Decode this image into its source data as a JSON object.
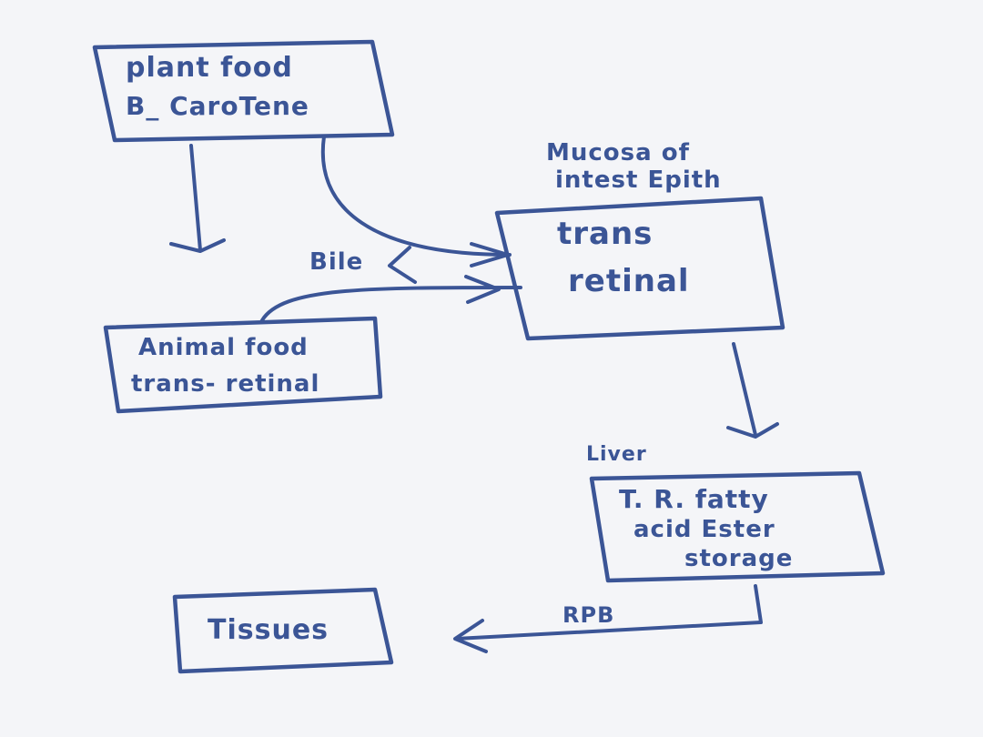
{
  "diagram": {
    "nodes": {
      "plant_food": {
        "lines": [
          "plant food",
          "B_ CaroTene"
        ]
      },
      "mucosa_caption": {
        "lines": [
          "Mucosa of",
          "intest Epith"
        ]
      },
      "trans_retinal": {
        "lines": [
          "trans",
          "retinal"
        ]
      },
      "animal_food": {
        "lines": [
          "Animal food",
          "trans- retinal"
        ]
      },
      "liver_caption": {
        "text": "Liver"
      },
      "tr_storage": {
        "lines": [
          "T. R. fatty",
          "acid Ester",
          "storage"
        ]
      },
      "tissues": {
        "text": "Tissues"
      }
    },
    "edge_labels": {
      "bile": "Bile",
      "rpb": "RPB"
    }
  }
}
